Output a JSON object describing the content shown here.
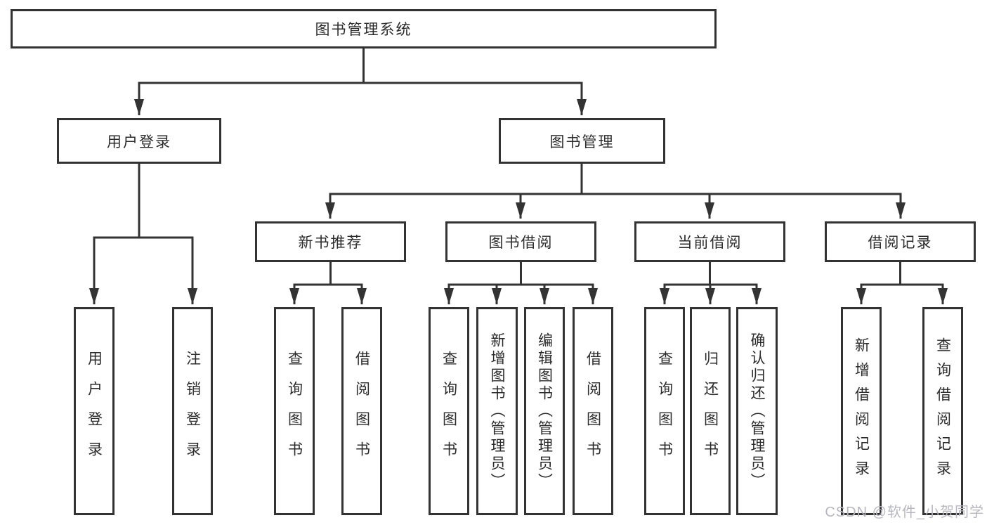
{
  "palette": {
    "line": "#333333",
    "box_border": "#333333",
    "text": "#2b2b2b",
    "background": "#ffffff",
    "watermark_color": "#b7b7c0"
  },
  "watermark": "CSDN @软件_小贺同学",
  "tree": {
    "root": {
      "label": "图书管理系统"
    },
    "branches": [
      {
        "label": "用户登录",
        "children": [
          {
            "label": "用户登录"
          },
          {
            "label": "注销登录"
          }
        ]
      },
      {
        "label": "图书管理",
        "children": [
          {
            "label": "新书推荐",
            "children": [
              {
                "label": "查询图书"
              },
              {
                "label": "借阅图书"
              }
            ]
          },
          {
            "label": "图书借阅",
            "children": [
              {
                "label": "查询图书"
              },
              {
                "label": "新增图书（管理员）"
              },
              {
                "label": "编辑图书（管理员）"
              },
              {
                "label": "借阅图书"
              }
            ]
          },
          {
            "label": "当前借阅",
            "children": [
              {
                "label": "查询图书"
              },
              {
                "label": "归还图书"
              },
              {
                "label": "确认归还（管理员）"
              }
            ]
          },
          {
            "label": "借阅记录",
            "children": [
              {
                "label": "新增借阅记录"
              },
              {
                "label": "查询借阅记录"
              }
            ]
          }
        ]
      }
    ]
  }
}
